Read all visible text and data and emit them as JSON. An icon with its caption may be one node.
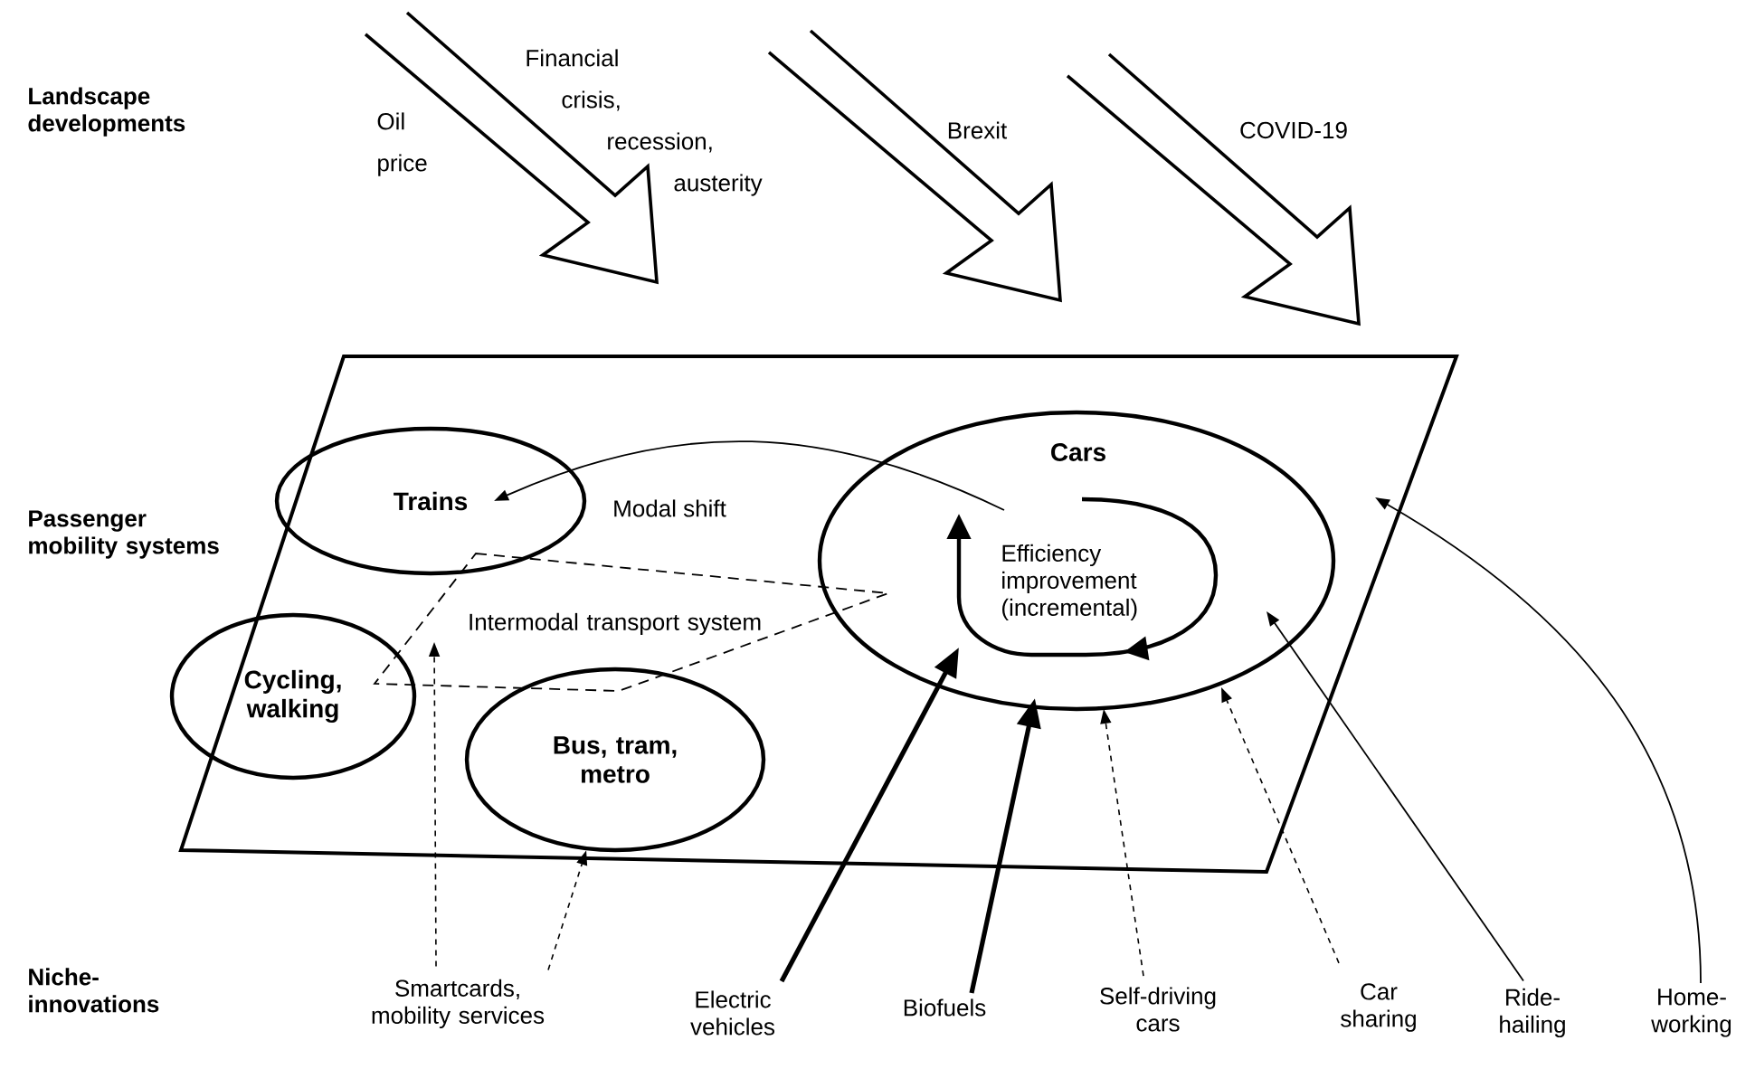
{
  "diagram": {
    "nodes": [
      {
        "text": [],
        "shape": "box"
      },
      {
        "text": [
          "Trains"
        ],
        "in": 0
      },
      {
        "text": [
          "Cars",
          "Efficiency improvement (incremental)"
        ],
        "in": 0
      },
      {
        "text": [
          "Cycling, walking"
        ],
        "in": 0
      },
      {
        "text": [
          "Bus, tram, metro"
        ],
        "in": 0
      },
      {
        "text": [
          "Intermodal transport system"
        ],
        "in": 0
      },
      {
        "text": [
          "Smartcards, mobility services"
        ]
      },
      {
        "text": [
          "Electric vehicles"
        ]
      },
      {
        "text": [
          "Biofuels"
        ]
      },
      {
        "text": [
          "Self-driving cars"
        ]
      },
      {
        "text": [
          "Car sharing"
        ]
      },
      {
        "text": [
          "Ride-hailing"
        ]
      },
      {
        "text": [
          "Home-working"
        ]
      }
    ],
    "edges": [
      {
        "from": 2,
        "to": 1,
        "arrow": "to",
        "label": "Modal shift"
      },
      {
        "from": 6,
        "to": 5,
        "arrow": "to",
        "style": "dashed"
      },
      {
        "from": 6,
        "to": 4,
        "arrow": "to",
        "style": "dashed"
      },
      {
        "from": 7,
        "to": 2,
        "arrow": "to",
        "style": "thick"
      },
      {
        "from": 8,
        "to": 2,
        "arrow": "to",
        "style": "thick"
      },
      {
        "from": 9,
        "to": 2,
        "arrow": "to",
        "style": "dashed"
      },
      {
        "from": 10,
        "to": 2,
        "arrow": "to",
        "style": "dashed"
      },
      {
        "from": 11,
        "to": 2,
        "arrow": "to"
      },
      {
        "from": 12,
        "to": 0,
        "arrow": "to"
      }
    ],
    "labels": [
      "Landscape developments",
      "Oil price",
      "Financial crisis, recession, austerity",
      "Brexit",
      "COVID-19",
      "Passenger mobility systems",
      "Niche-innovations"
    ]
  }
}
